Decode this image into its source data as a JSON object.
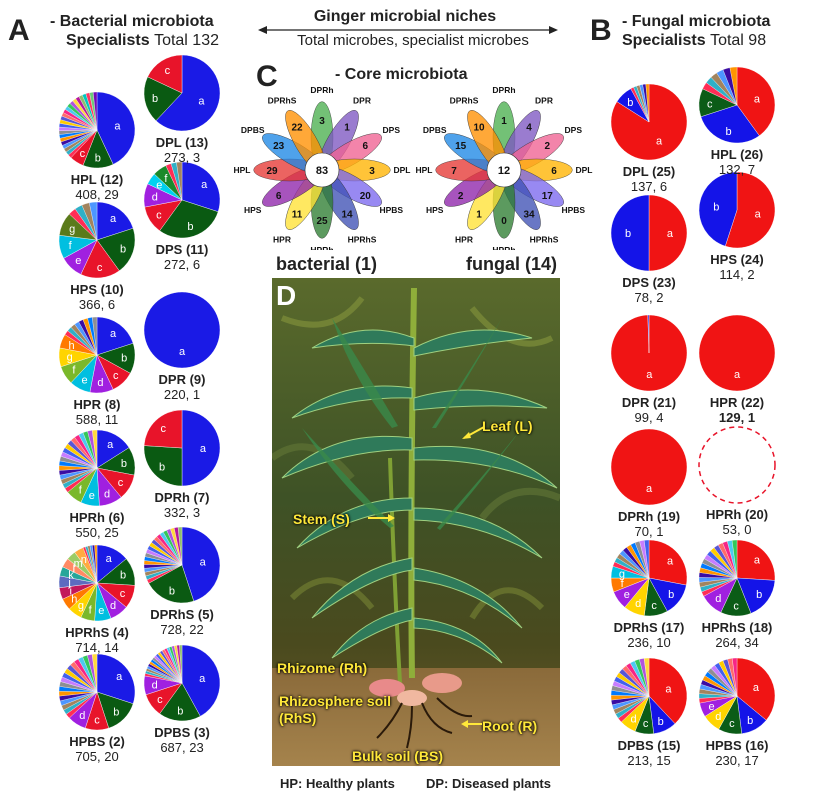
{
  "colors": {
    "a": "#1a1ae6",
    "b": "#0a5a12",
    "c": "#e8142a",
    "red": "#f01414",
    "blue": "#1414e8",
    "green": "#0b5c17"
  },
  "panelA": {
    "letter": "A",
    "title": "- Bacterial microbiota",
    "subtitle_bold": "Specialists",
    "subtitle_rest": "Total 132",
    "pies": [
      {
        "name": "HPL (12)",
        "count": "408, 29"
      },
      {
        "name": "DPL (13)",
        "count": "273, 3"
      },
      {
        "name": "HPS (10)",
        "count": "366, 6"
      },
      {
        "name": "DPS (11)",
        "count": "272, 6"
      },
      {
        "name": "HPR (8)",
        "count": "588, 11"
      },
      {
        "name": "DPR (9)",
        "count": "220, 1"
      },
      {
        "name": "HPRh (6)",
        "count": "550, 25"
      },
      {
        "name": "DPRh (7)",
        "count": "332, 3"
      },
      {
        "name": "HPRhS (4)",
        "count": "714, 14"
      },
      {
        "name": "DPRhS (5)",
        "count": "728, 22"
      },
      {
        "name": "HPBS (2)",
        "count": "705, 20"
      },
      {
        "name": "DPBS (3)",
        "count": "687, 23"
      }
    ]
  },
  "panelB": {
    "letter": "B",
    "title": "- Fungal microbiota",
    "subtitle_bold": "Specialists",
    "subtitle_rest": "Total 98",
    "pies": [
      {
        "name": "DPL (25)",
        "count": "137, 6"
      },
      {
        "name": "HPL (26)",
        "count": "132, 7"
      },
      {
        "name": "DPS (23)",
        "count": "78, 2"
      },
      {
        "name": "HPS (24)",
        "count": "114, 2"
      },
      {
        "name": "DPR (21)",
        "count": "99, 4"
      },
      {
        "name": "HPR (22)",
        "count": "129, 1"
      },
      {
        "name": "DPRh (19)",
        "count": "70, 1"
      },
      {
        "name": "HPRh (20)",
        "count": "53, 0"
      },
      {
        "name": "DPRhS (17)",
        "count": "236, 10"
      },
      {
        "name": "HPRhS (18)",
        "count": "264, 34"
      },
      {
        "name": "DPBS (15)",
        "count": "213, 15"
      },
      {
        "name": "HPBS (16)",
        "count": "230, 17"
      }
    ]
  },
  "niches": {
    "title": "Ginger microbial niches",
    "subtitle": "Total microbes, specialist microbes"
  },
  "panelC": {
    "letter": "C",
    "title": "- Core microbiota",
    "bacterial": {
      "label": "bacterial (1)",
      "center": "83",
      "petals": [
        {
          "name": "DPRh",
          "value": "3"
        },
        {
          "name": "DPR",
          "value": "1"
        },
        {
          "name": "DPS",
          "value": "6"
        },
        {
          "name": "DPL",
          "value": "3"
        },
        {
          "name": "HPBS",
          "value": "20"
        },
        {
          "name": "HPRhS",
          "value": "14"
        },
        {
          "name": "HPRh",
          "value": "25"
        },
        {
          "name": "HPR",
          "value": "11"
        },
        {
          "name": "HPS",
          "value": "6"
        },
        {
          "name": "HPL",
          "value": "29"
        },
        {
          "name": "DPBS",
          "value": "23"
        },
        {
          "name": "DPRhS",
          "value": "22"
        }
      ]
    },
    "fungal": {
      "label": "fungal (14)",
      "center": "12",
      "petals": [
        {
          "name": "DPRh",
          "value": "1"
        },
        {
          "name": "DPR",
          "value": "4"
        },
        {
          "name": "DPS",
          "value": "2"
        },
        {
          "name": "DPL",
          "value": "6"
        },
        {
          "name": "HPBS",
          "value": "17"
        },
        {
          "name": "HPRhS",
          "value": "34"
        },
        {
          "name": "HPRh",
          "value": "0"
        },
        {
          "name": "HPR",
          "value": "1"
        },
        {
          "name": "HPS",
          "value": "2"
        },
        {
          "name": "HPL",
          "value": "7"
        },
        {
          "name": "DPBS",
          "value": "15"
        },
        {
          "name": "DPRhS",
          "value": "10"
        }
      ]
    }
  },
  "panelD": {
    "letter": "D",
    "labels": {
      "leaf": "Leaf (L)",
      "stem": "Stem (S)",
      "rhizome": "Rhizome (Rh)",
      "rhizosphere": "Rhizosphere soil (RhS)",
      "root": "Root (R)",
      "bulk": "Bulk soil (BS)"
    }
  },
  "footer": {
    "hp": "HP: Healthy plants",
    "dp": "DP: Diseased plants"
  }
}
